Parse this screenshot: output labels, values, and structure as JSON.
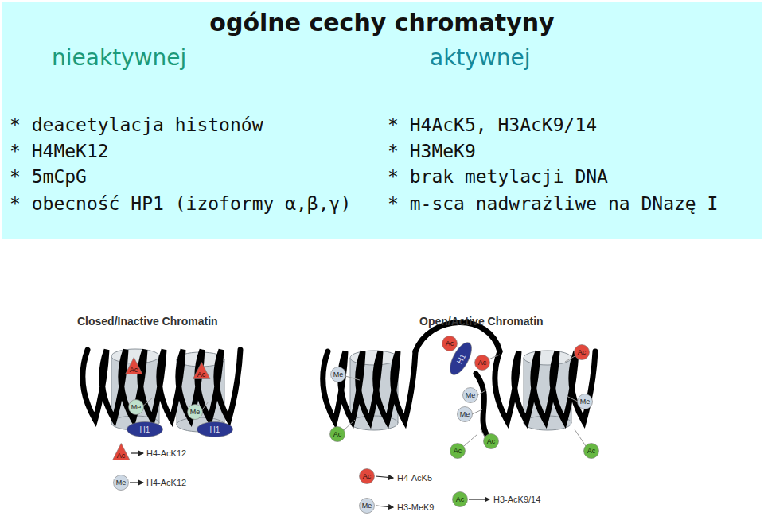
{
  "diagram": {
    "title": "ogólne cechy chromatyny",
    "nodes": [
      {
        "text": [
          "Ac"
        ]
      },
      {
        "text": [
          "Ac"
        ]
      },
      {
        "text": [
          "Me"
        ]
      },
      {
        "text": [
          "Me"
        ]
      },
      {
        "text": [
          "H1"
        ]
      },
      {
        "text": [
          "H1"
        ]
      },
      {
        "text": [
          "Ac"
        ]
      },
      {
        "text": [
          "Me"
        ]
      },
      {
        "text": [
          "Ac"
        ]
      },
      {
        "text": [
          "H1"
        ]
      },
      {
        "text": [
          "Ac"
        ]
      },
      {
        "text": [
          "Ac"
        ]
      },
      {
        "text": [
          "Me"
        ]
      },
      {
        "text": [
          "Me"
        ]
      },
      {
        "text": [
          "Me"
        ]
      },
      {
        "text": [
          "Me"
        ]
      },
      {
        "text": [
          "Ac"
        ]
      },
      {
        "text": [
          "Ac"
        ]
      },
      {
        "text": [
          "Ac"
        ]
      },
      {
        "text": [
          "Ac"
        ]
      },
      {
        "text": [
          "Ac"
        ]
      },
      {
        "text": [
          "Me"
        ]
      },
      {
        "text": [
          "Ac"
        ]
      }
    ],
    "labels": [
      "nieaktywnej",
      "aktywnej",
      "* deacetylacja histonów",
      "* H4MeK12",
      "* 5mCpG",
      "* obecność HP1 (izoformy α,β,γ)",
      "* H4AcK5, H3AcK9/14",
      "* H3MeK9",
      "* brak metylacji DNA",
      "* m-sca nadwrażliwe na DNazę I",
      "Closed/Inactive Chromatin",
      "H4-AcK12",
      "H4-AcK12",
      "Open/Active Chromatin",
      "H4-AcK5",
      "H3-MeK9",
      "H3-AcK9/14"
    ]
  }
}
